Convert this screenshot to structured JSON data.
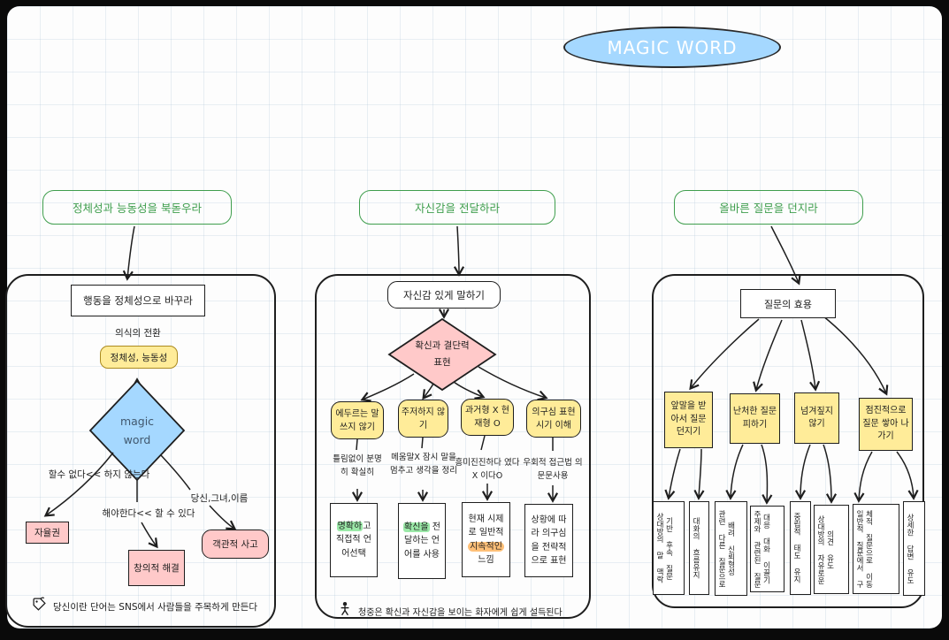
{
  "canvas_title": {
    "label": "MAGIC WORD"
  },
  "colors": {
    "ink": "#1e1e1e",
    "node_blue": "#a5d8ff",
    "accent_green": "#3f9e4d",
    "node_yellow": "#ffec99",
    "node_pink": "#ffc9c9",
    "highlight_green": "#9be9a8",
    "highlight_orange": "#ffc078"
  },
  "headers": [
    {
      "label": "정체성과 능동성을 북돋우라"
    },
    {
      "label": "자신감을 전달하라"
    },
    {
      "label": "올바른 질문을 던지라"
    }
  ],
  "panel1": {
    "title": "행동을 정체성으로 바꾸라",
    "subtitle": "의식의 전환",
    "keyword": "정체성, 능동성",
    "diamond": "magic\nword",
    "branches": [
      {
        "condition": "할수 없다<< 하지 않는다",
        "result": "자율권"
      },
      {
        "condition": "해야한다<< 할 수 있다",
        "result": "창의적 해결"
      },
      {
        "condition": "당신,그녀,이름",
        "result": "객관적 사고"
      }
    ],
    "note": {
      "icon": "tag-icon",
      "text": "당신이란 단어는 SNS에서 사람들을 주목하게 만든다"
    }
  },
  "panel2": {
    "title": "자신감 있게 말하기",
    "diamond": "확신과 결단력\n표현",
    "columns": [
      {
        "box": "에두르는 말 쓰지 않기",
        "middle": "틀림없이 분명히 확실히",
        "bottom": {
          "pre": "",
          "hl": "명확하",
          "post": "고 직접적 언어선택"
        }
      },
      {
        "box": "주저하지 않기",
        "middle": "메움말X 잠시 말을 멈추고 생각을 정리",
        "bottom": {
          "pre": "",
          "hl": "확신을",
          "post": " 전달하는 언어를 사용"
        }
      },
      {
        "box": "과거형 X 현재형 O",
        "middle": "흥미진진하다 였다X 이다O",
        "bottom": {
          "pre": "현재 시제로 일반적 ",
          "hl": "지속적인",
          "post": " 느낌"
        }
      },
      {
        "box": "의구심 표현 시기 이해",
        "middle": "우회적 접근법 의문문사용",
        "bottom": {
          "pre": "상황에 따라 의구심을 전략적으로 표현",
          "hl": "",
          "post": ""
        }
      }
    ],
    "note": {
      "icon": "person-icon",
      "text": "청중은 확신과 자신감을 보이는 화자에게 쉽게 설득된다"
    }
  },
  "panel3": {
    "title": "질문의 효용",
    "groups": [
      {
        "box": "앞말을 받아서 질문 던지기",
        "leaves": [
          "상대방의 말 맥락 기반 후속 질문",
          "대화의 흐름유지"
        ]
      },
      {
        "box": "난처한 질문 피하기",
        "leaves": [
          "관련 다른 질문으로 배려 신뢰형성",
          "주제와 관련된 질문 대응 대화 이끌기"
        ]
      },
      {
        "box": "넘겨짚지 않기",
        "leaves": [
          "중립적 태도 유지",
          "상대방의 자유로운 의견 유도"
        ]
      },
      {
        "box": "점진적으로 질문 쌓아 나가기",
        "leaves": [
          "일반적 질문에서 구체적 질문으로 이동",
          "상세한 답변 유도"
        ]
      }
    ]
  }
}
